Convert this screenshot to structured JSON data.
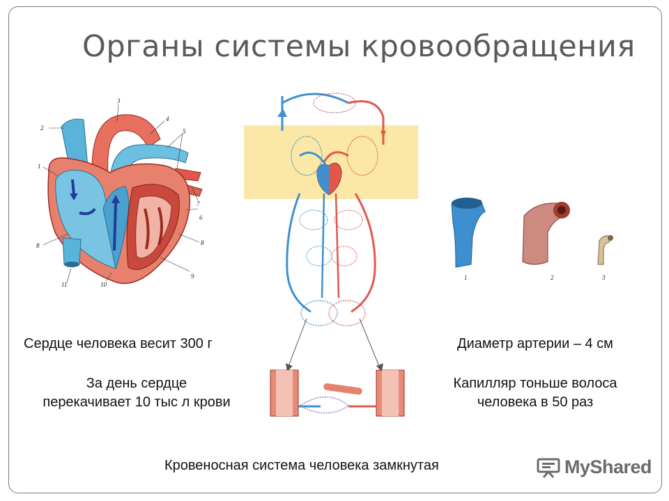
{
  "title": "Органы системы кровообращения",
  "left_text": {
    "heart_weight": "Сердце человека весит 300 г",
    "pump_line1": "За день сердце",
    "pump_line2": "перекачивает 10 тыс л крови"
  },
  "right_text": {
    "artery_diameter": "Диаметр артерии – 4 см",
    "capillary_line1": "Капилляр тоньше волоса",
    "capillary_line2": "человека в 50 раз"
  },
  "bottom_text": "Кровеносная система человека замкнутая",
  "heart_labels": [
    "1",
    "2",
    "3",
    "4",
    "5",
    "6",
    "7",
    "8",
    "8",
    "9",
    "10",
    "11"
  ],
  "vessel_labels": [
    "1",
    "2",
    "3"
  ],
  "watermark": "MyShared",
  "colors": {
    "artery": "#e2574c",
    "vein": "#3d8fd0",
    "highlight": "#fbe8a6"
  }
}
